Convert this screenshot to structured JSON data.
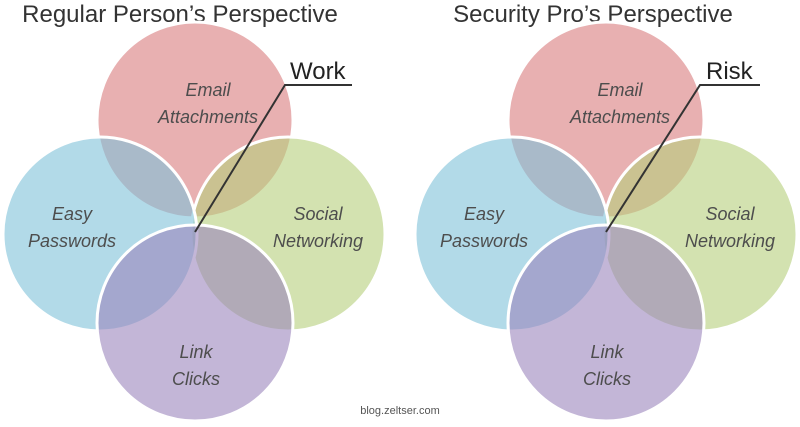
{
  "credit": "blog.zeltser.com",
  "colors": {
    "email": "#d97b7d",
    "social": "#b5cf7c",
    "easy": "#7ec2d9",
    "link": "#9b86bd",
    "leader": "#333333"
  },
  "diagrams": [
    {
      "title": "Regular Person’s Perspective",
      "callout": "Work",
      "circles": {
        "email": [
          "Email",
          "Attachments"
        ],
        "social": [
          "Social",
          "Networking"
        ],
        "easy": [
          "Easy",
          "Passwords"
        ],
        "link": [
          "Link",
          "Clicks"
        ]
      }
    },
    {
      "title": "Security Pro’s Perspective",
      "callout": "Risk",
      "circles": {
        "email": [
          "Email",
          "Attachments"
        ],
        "social": [
          "Social",
          "Networking"
        ],
        "easy": [
          "Easy",
          "Passwords"
        ],
        "link": [
          "Link",
          "Clicks"
        ]
      }
    }
  ]
}
